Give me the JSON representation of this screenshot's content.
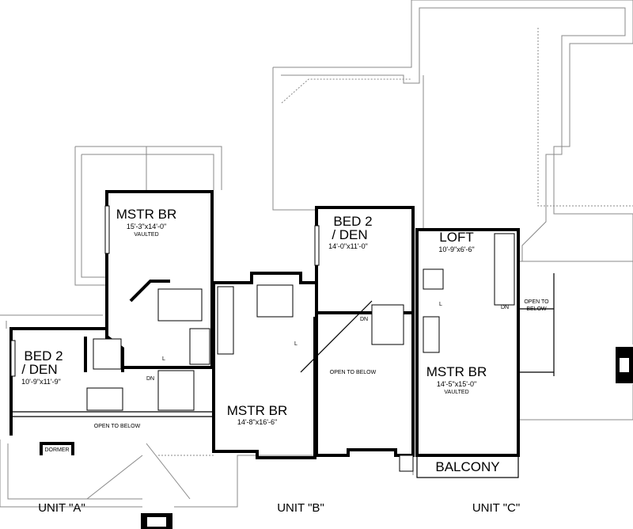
{
  "units": [
    {
      "label": "UNIT \"A\"",
      "rooms": [
        {
          "name": "MSTR BR",
          "size": "15'-3\"x14'-0\"",
          "note": "VAULTED"
        },
        {
          "name_line1": "BED 2",
          "name_line2": "/ DEN",
          "size": "10'-9\"x11'-9\""
        }
      ],
      "annotations": {
        "open_to_below": "OPEN TO BELOW",
        "dormer": "DORMER",
        "stairs": "DN",
        "linen": "L"
      }
    },
    {
      "label": "UNIT \"B\"",
      "rooms": [
        {
          "name_line1": "BED 2",
          "name_line2": "/ DEN",
          "size": "14'-0\"x11'-0\""
        },
        {
          "name": "MSTR BR",
          "size": "14'-8\"x16'-6\""
        }
      ],
      "annotations": {
        "open_to_below": "OPEN TO BELOW",
        "stairs": "DN",
        "linen": "L"
      }
    },
    {
      "label": "UNIT \"C\"",
      "rooms": [
        {
          "name": "LOFT",
          "size": "10'-9\"x6'-6\""
        },
        {
          "name": "MSTR BR",
          "size": "14'-5\"x15'-0\"",
          "note": "VAULTED"
        },
        {
          "name": "BALCONY"
        }
      ],
      "annotations": {
        "open_to_below_1": "OPEN TO",
        "open_to_below_2": "BELOW",
        "stairs": "DN",
        "linen": "L"
      }
    }
  ]
}
